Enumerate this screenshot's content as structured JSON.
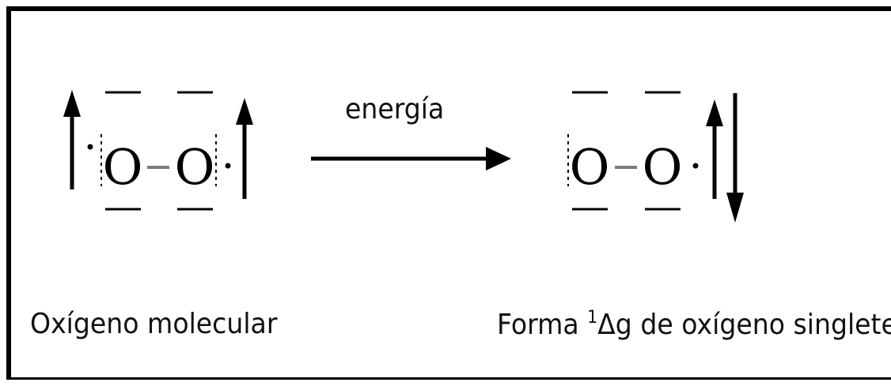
{
  "reaction": {
    "arrow_label": "energía"
  },
  "reactant": {
    "atom_left": "O",
    "atom_right": "O",
    "caption": "Oxígeno molecular"
  },
  "product": {
    "atom_left": "O",
    "atom_right": "O",
    "caption_prefix": "Forma ",
    "caption_superscript": "1",
    "caption_symbol": "Δg de oxígeno singlete"
  },
  "colors": {
    "line": "#000000",
    "bond": "#7a7a7a"
  }
}
